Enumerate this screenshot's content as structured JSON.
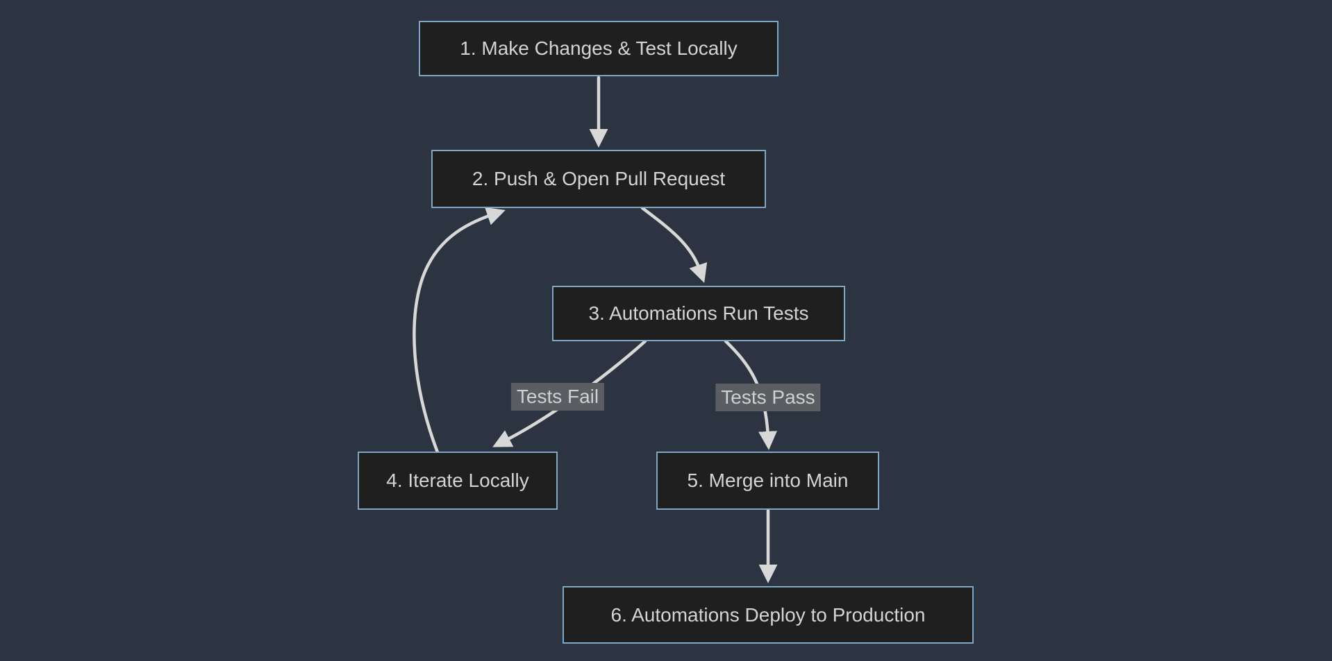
{
  "diagram": {
    "type": "flowchart",
    "direction": "top-down",
    "nodes": [
      {
        "id": "1",
        "label": "1. Make Changes & Test Locally"
      },
      {
        "id": "2",
        "label": "2. Push & Open Pull Request"
      },
      {
        "id": "3",
        "label": "3. Automations Run Tests"
      },
      {
        "id": "4",
        "label": "4. Iterate Locally"
      },
      {
        "id": "5",
        "label": "5. Merge into Main"
      },
      {
        "id": "6",
        "label": "6. Automations Deploy to Production"
      }
    ],
    "edges": [
      {
        "from": "1",
        "to": "2",
        "label": ""
      },
      {
        "from": "2",
        "to": "3",
        "label": ""
      },
      {
        "from": "3",
        "to": "4",
        "label": "Tests Fail"
      },
      {
        "from": "3",
        "to": "5",
        "label": "Tests Pass"
      },
      {
        "from": "4",
        "to": "2",
        "label": ""
      },
      {
        "from": "5",
        "to": "6",
        "label": ""
      }
    ],
    "colors": {
      "background": "#2b3440",
      "node_fill": "#1f1f1f",
      "node_border": "#7fa6c5",
      "node_text": "#d4d4d4",
      "edge": "#d8d8d8",
      "edge_label_bg": "#5a5e63",
      "edge_label_text": "#d0d0d0"
    }
  }
}
